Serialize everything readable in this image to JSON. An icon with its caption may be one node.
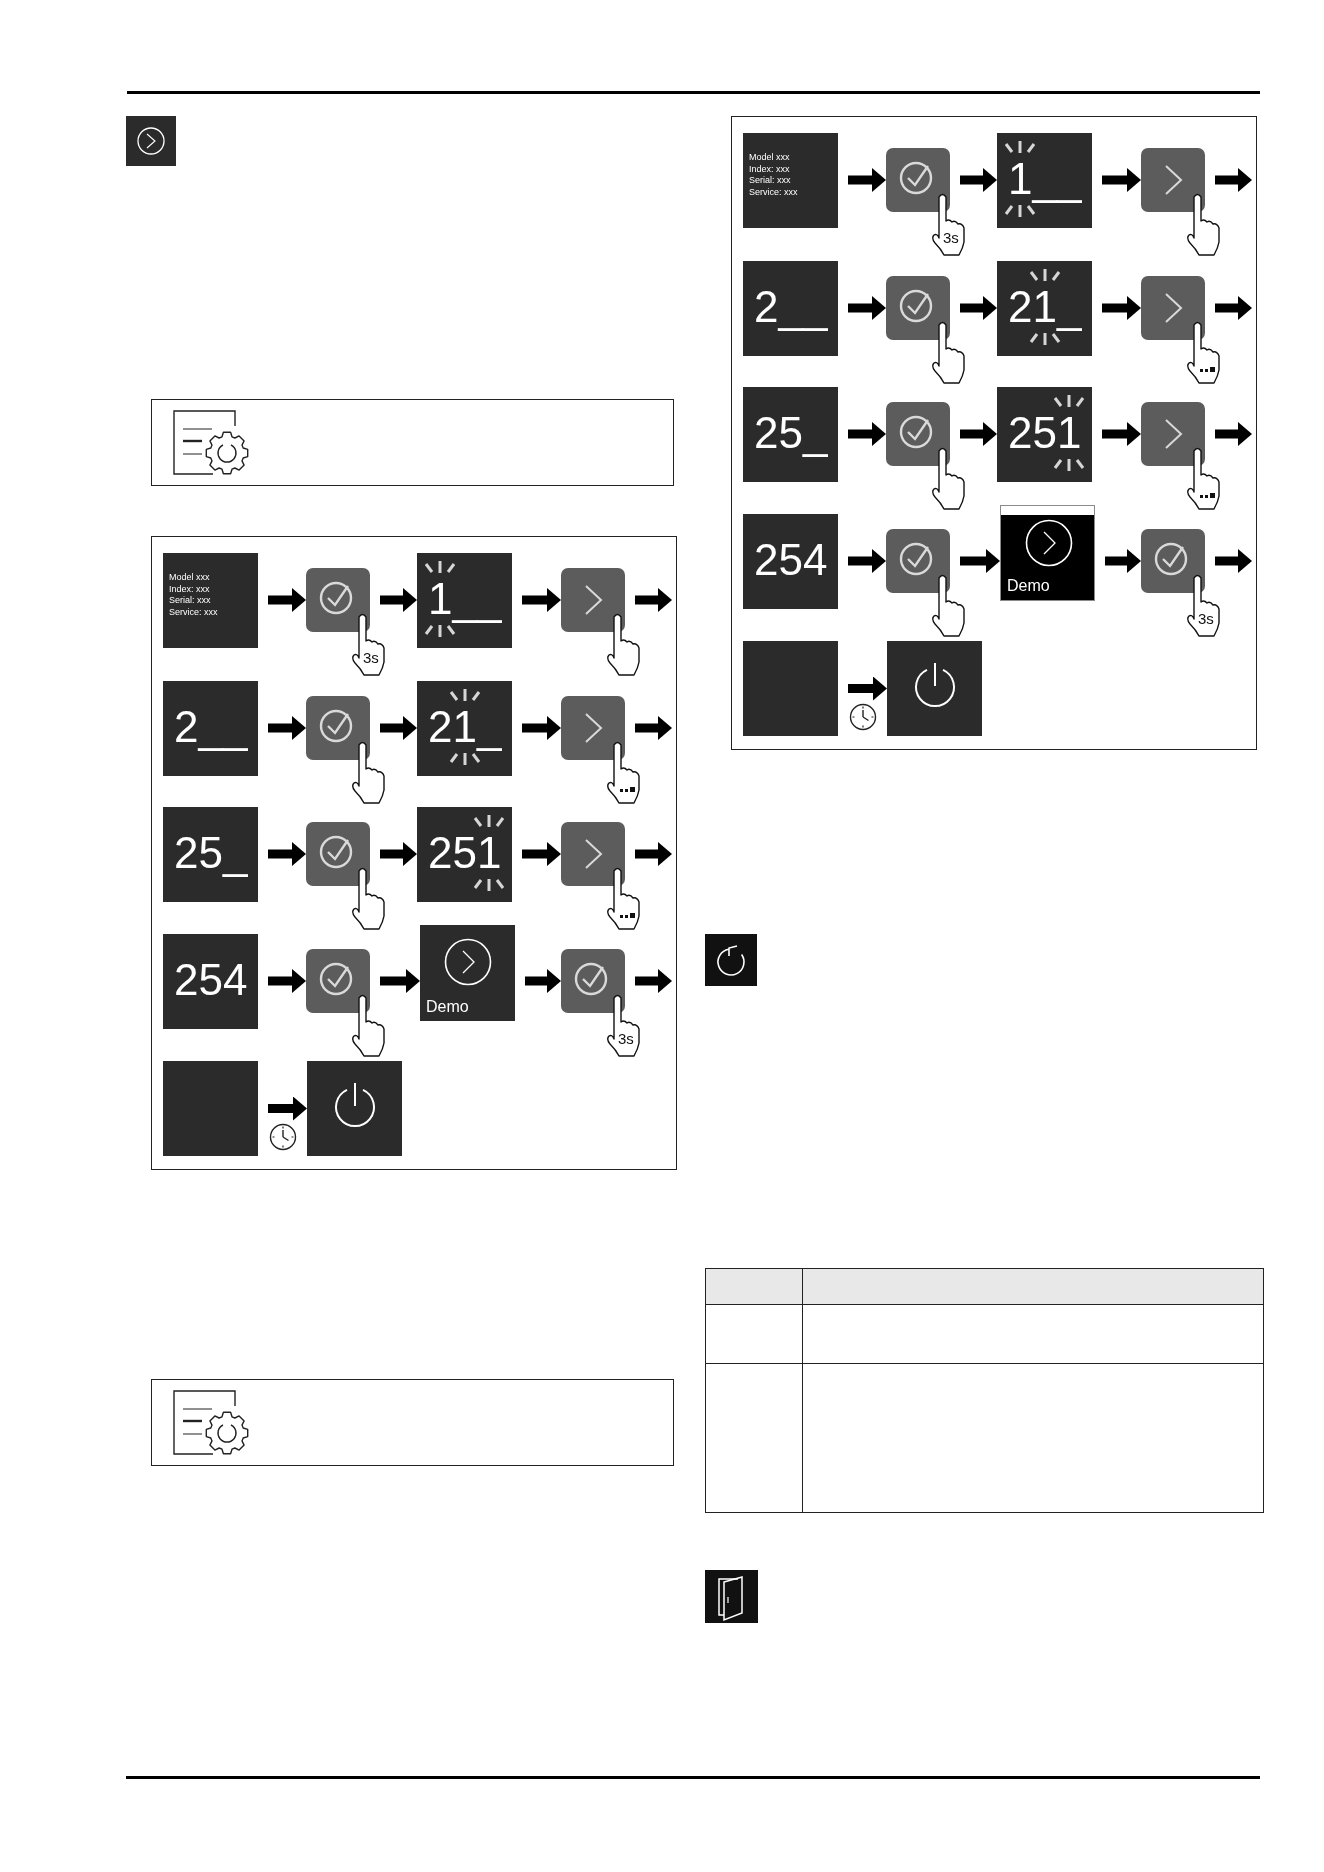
{
  "diagram": {
    "nodes": [
      {
        "text": [],
        "shape": "box"
      },
      {
        "text": [
          "Model xxx",
          "Index: xxx",
          "Serial: xxx",
          "Service: xxx"
        ],
        "in": 0
      },
      {
        "text": [],
        "shape": "box",
        "beside": [
          "3s"
        ],
        "in": 0
      },
      {
        "text": [
          "1__"
        ],
        "in": 0
      },
      {
        "text": [],
        "shape": "box",
        "in": 0
      },
      {
        "text": [
          "2__"
        ],
        "in": 0
      },
      {
        "text": [],
        "shape": "box",
        "in": 0
      },
      {
        "text": [
          "21_"
        ],
        "in": 0
      },
      {
        "text": [],
        "shape": "box",
        "in": 0
      },
      {
        "text": [
          "25_"
        ],
        "in": 0
      },
      {
        "text": [],
        "shape": "box",
        "in": 0
      },
      {
        "text": [
          "251"
        ],
        "in": 0
      },
      {
        "text": [],
        "shape": "box",
        "in": 0
      },
      {
        "text": [
          "254"
        ],
        "in": 0
      },
      {
        "text": [],
        "shape": "box",
        "in": 0
      },
      {
        "text": [
          "Demo"
        ],
        "in": 0
      },
      {
        "text": [],
        "shape": "box",
        "beside": [
          "3s"
        ],
        "in": 0
      },
      {
        "text": [],
        "shape": "box",
        "in": 0
      },
      {
        "text": [],
        "shape": "box",
        "in": 0
      },
      {
        "text": [],
        "shape": "box"
      },
      {
        "text": [
          "Model xxx",
          "Index: xxx",
          "Serial: xxx",
          "Service: xxx"
        ],
        "in": 19
      },
      {
        "text": [],
        "shape": "box",
        "beside": [
          "3s"
        ],
        "in": 19
      },
      {
        "text": [
          "1__"
        ],
        "in": 19
      },
      {
        "text": [],
        "shape": "box",
        "in": 19
      },
      {
        "text": [
          "2__"
        ],
        "in": 19
      },
      {
        "text": [],
        "shape": "box",
        "in": 19
      },
      {
        "text": [
          "21_"
        ],
        "in": 19
      },
      {
        "text": [],
        "shape": "box",
        "in": 19
      },
      {
        "text": [
          "25_"
        ],
        "in": 19
      },
      {
        "text": [],
        "shape": "box",
        "in": 19
      },
      {
        "text": [
          "251"
        ],
        "in": 19
      },
      {
        "text": [],
        "shape": "box",
        "in": 19
      },
      {
        "text": [
          "254"
        ],
        "in": 19
      },
      {
        "text": [],
        "shape": "box",
        "in": 19
      },
      {
        "text": [
          "Demo"
        ],
        "in": 19
      },
      {
        "text": [],
        "shape": "box",
        "beside": [
          "3s"
        ],
        "in": 19
      },
      {
        "text": [],
        "shape": "box",
        "in": 19
      },
      {
        "text": [],
        "shape": "box",
        "in": 19
      }
    ],
    "edges": [
      {
        "from": 1,
        "to": 2,
        "arrow": "to"
      },
      {
        "from": 2,
        "to": 3,
        "arrow": "to"
      },
      {
        "from": 3,
        "to": 4,
        "arrow": "to"
      },
      {
        "from": 4,
        "to": null,
        "arrow": "to"
      },
      {
        "from": 5,
        "to": 6,
        "arrow": "to"
      },
      {
        "from": 6,
        "to": 7,
        "arrow": "to"
      },
      {
        "from": 7,
        "to": 8,
        "arrow": "to"
      },
      {
        "from": 8,
        "to": null,
        "arrow": "to"
      },
      {
        "from": 9,
        "to": 10,
        "arrow": "to"
      },
      {
        "from": 10,
        "to": 11,
        "arrow": "to"
      },
      {
        "from": 11,
        "to": 12,
        "arrow": "to"
      },
      {
        "from": 12,
        "to": null,
        "arrow": "to"
      },
      {
        "from": 13,
        "to": 14,
        "arrow": "to"
      },
      {
        "from": 14,
        "to": 15,
        "arrow": "to"
      },
      {
        "from": 15,
        "to": 16,
        "arrow": "to"
      },
      {
        "from": 16,
        "to": null,
        "arrow": "to"
      },
      {
        "from": 17,
        "to": 18,
        "arrow": "to"
      },
      {
        "from": 20,
        "to": 21,
        "arrow": "to"
      },
      {
        "from": 21,
        "to": 22,
        "arrow": "to"
      },
      {
        "from": 22,
        "to": 23,
        "arrow": "to"
      },
      {
        "from": 23,
        "to": null,
        "arrow": "to"
      },
      {
        "from": 24,
        "to": 25,
        "arrow": "to"
      },
      {
        "from": 25,
        "to": 26,
        "arrow": "to"
      },
      {
        "from": 26,
        "to": 27,
        "arrow": "to"
      },
      {
        "from": 27,
        "to": null,
        "arrow": "to"
      },
      {
        "from": 28,
        "to": 29,
        "arrow": "to"
      },
      {
        "from": 29,
        "to": 30,
        "arrow": "to"
      },
      {
        "from": 30,
        "to": 31,
        "arrow": "to"
      },
      {
        "from": 31,
        "to": null,
        "arrow": "to"
      },
      {
        "from": 32,
        "to": 33,
        "arrow": "to"
      },
      {
        "from": 33,
        "to": 34,
        "arrow": "to"
      },
      {
        "from": 34,
        "to": 35,
        "arrow": "to"
      },
      {
        "from": 35,
        "to": null,
        "arrow": "to"
      },
      {
        "from": 36,
        "to": 37,
        "arrow": "to"
      }
    ]
  }
}
